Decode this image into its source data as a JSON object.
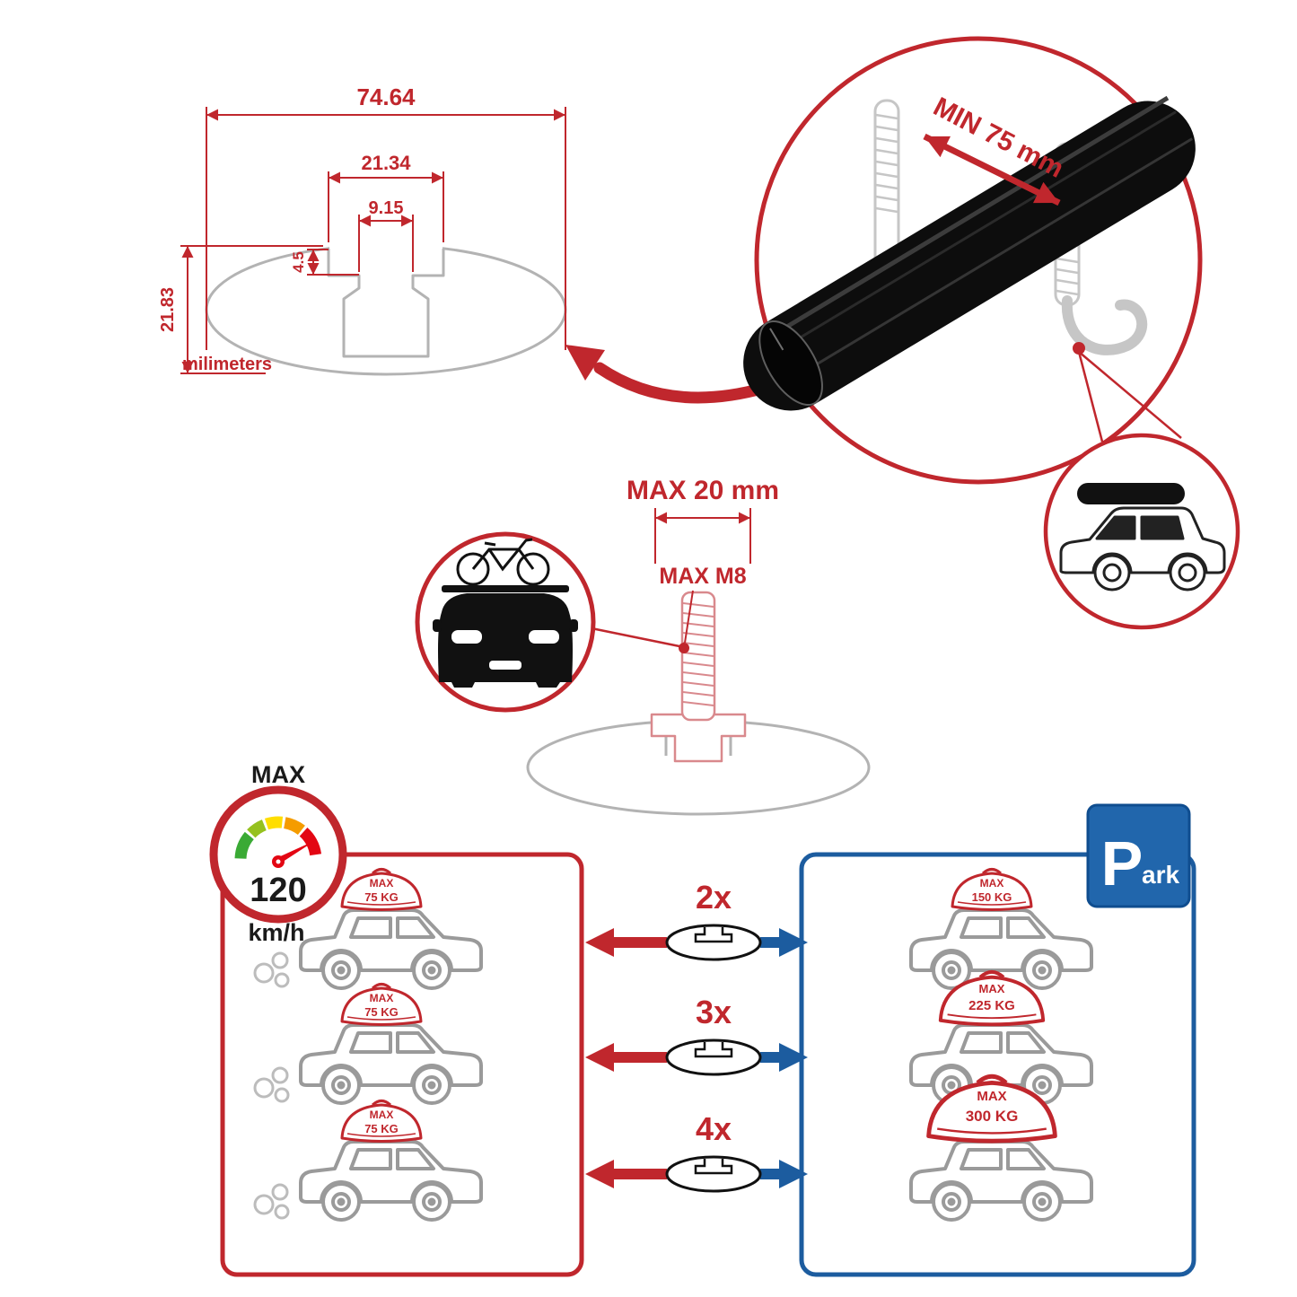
{
  "cross_section": {
    "total_width_mm": "74.64",
    "slot_outer_width_mm": "21.34",
    "slot_inner_width_mm": "9.15",
    "slot_depth_mm": "4.5",
    "total_height_mm": "21.83",
    "units_label": "milimeters"
  },
  "clamp_detail": {
    "min_clearance_label": "MIN 75 mm"
  },
  "bolt_detail": {
    "max_length_label": "MAX 20 mm",
    "max_thread_label": "MAX M8"
  },
  "speed_gauge": {
    "title": "MAX",
    "value": "120",
    "units": "km/h"
  },
  "park_sign": {
    "letter": "P",
    "suffix": "ark"
  },
  "load_rows": [
    {
      "multiplier": "2x",
      "driving": {
        "max": "MAX",
        "load": "75 KG"
      },
      "parked": {
        "max": "MAX",
        "load": "150 KG"
      }
    },
    {
      "multiplier": "3x",
      "driving": {
        "max": "MAX",
        "load": "75 KG"
      },
      "parked": {
        "max": "MAX",
        "load": "225 KG"
      }
    },
    {
      "multiplier": "4x",
      "driving": {
        "max": "MAX",
        "load": "75 KG"
      },
      "parked": {
        "max": "MAX",
        "load": "300 KG"
      }
    }
  ],
  "colors": {
    "accent_red": "#c0272d",
    "accent_blue": "#1c5c9f",
    "line_gray": "#b3b3b3",
    "bar_black": "#0d0d0d"
  }
}
